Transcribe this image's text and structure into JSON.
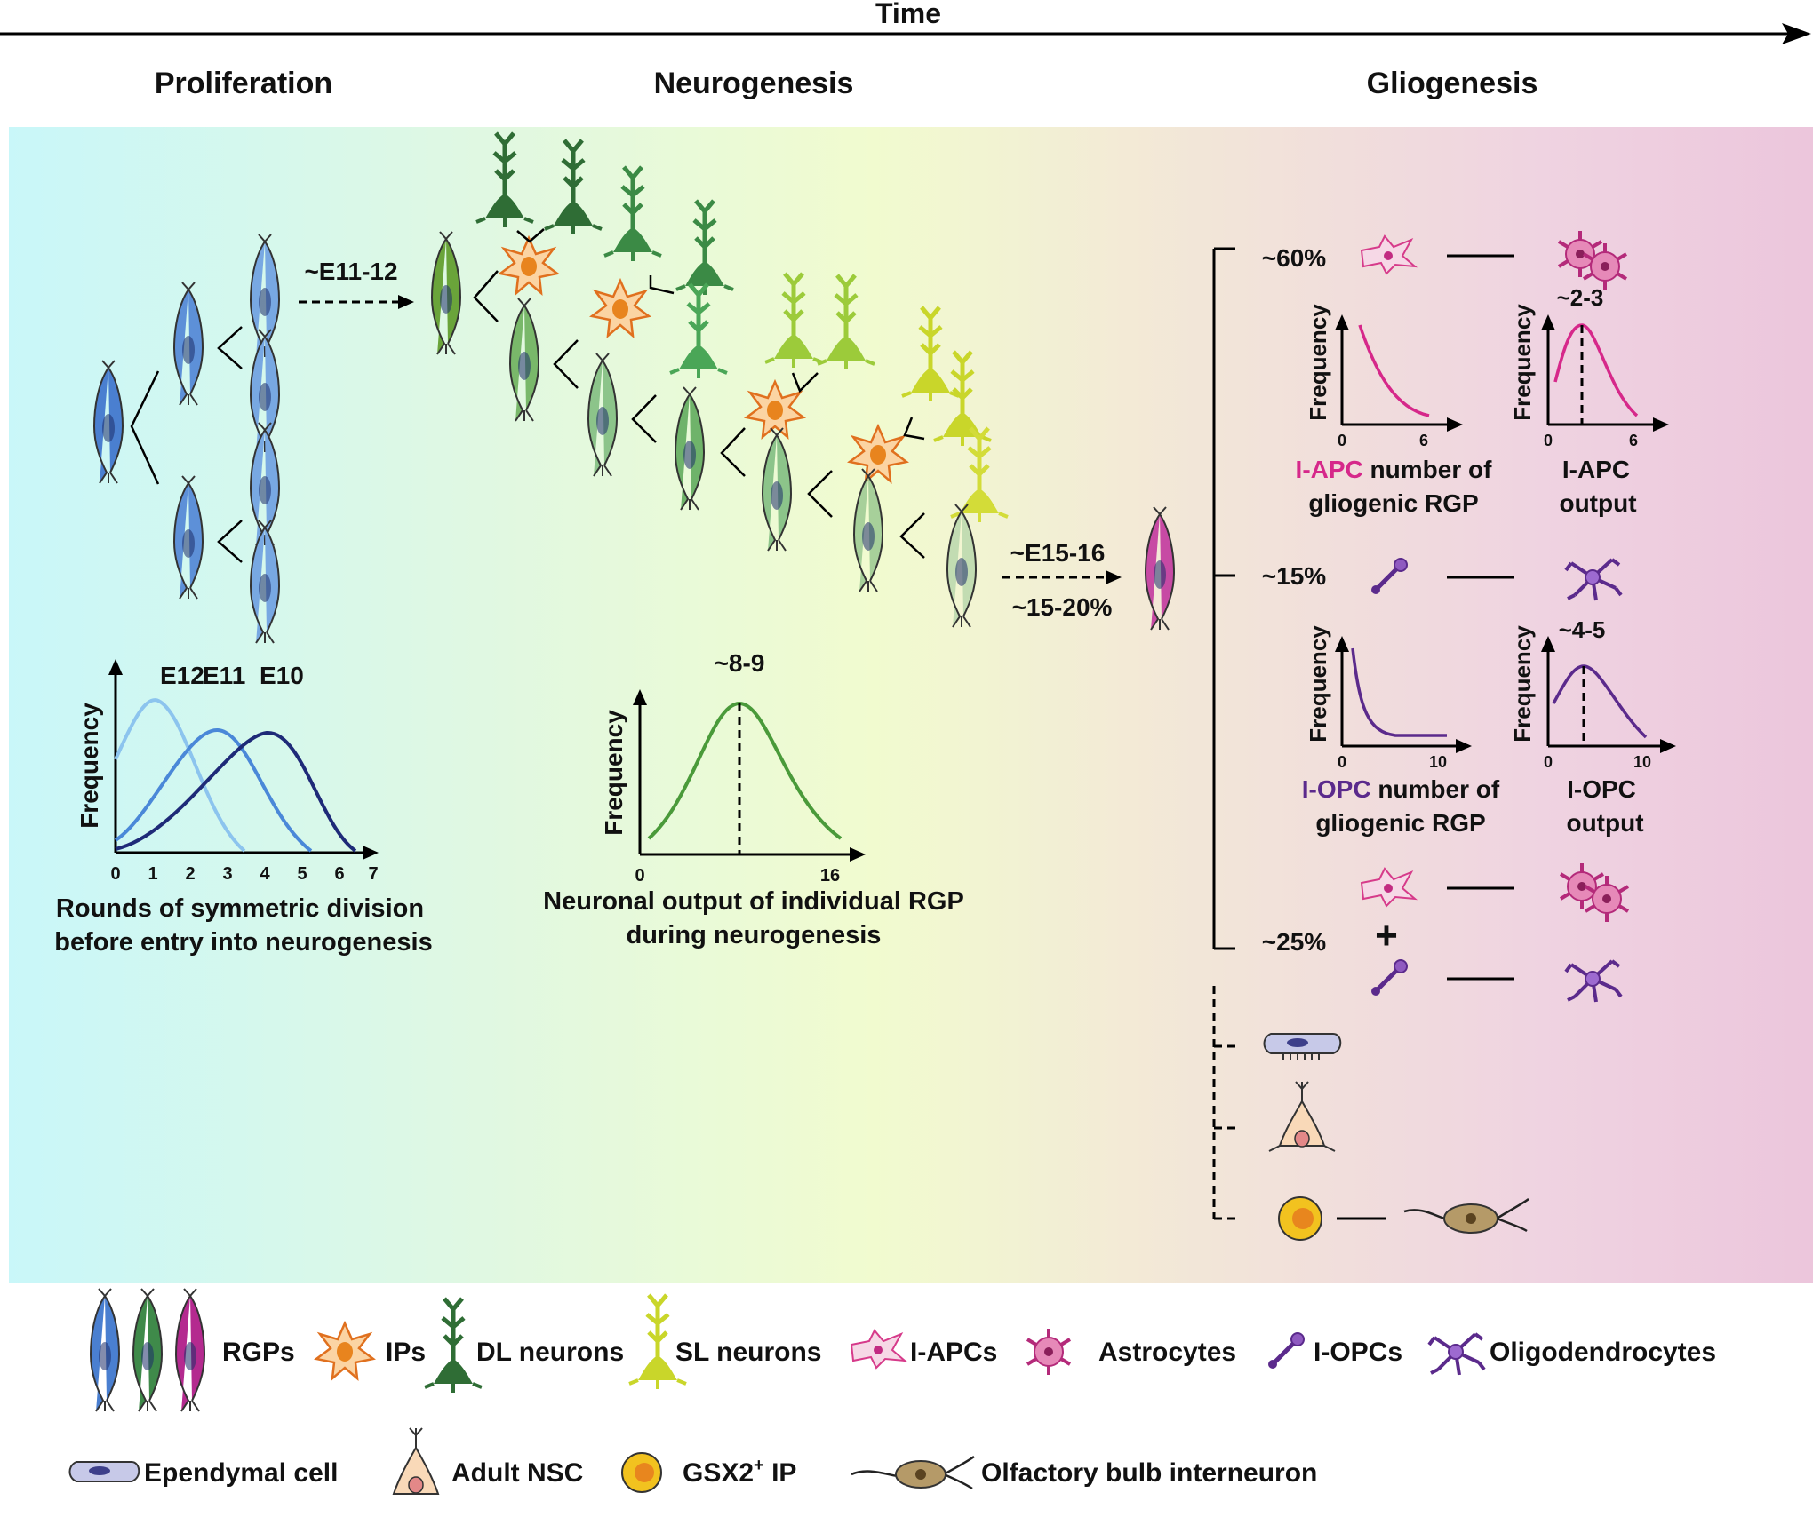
{
  "header": {
    "time_label": "Time",
    "phases": [
      "Proliferation",
      "Neurogenesis",
      "Gliogenesis"
    ]
  },
  "colors": {
    "proliferation": "#2b2a87",
    "neurogenesis": "#2f5e2f",
    "gliogenesis": "#6a1f86",
    "rgp_blue": "#4a7fd0",
    "rgp_green": "#3f8a4a",
    "rgp_magenta": "#b42a8f",
    "ip_orange": "#f08a2a",
    "dl_neuron": "#2f6d35",
    "sl_neuron": "#c9d62a",
    "iapc_pink": "#d63a8a",
    "astro": "#c8408a",
    "opc_purple": "#5b2a8c",
    "gsx2_yellow": "#f2c21f",
    "interneuron_brown": "#8a6a3a"
  },
  "transitions": {
    "first": "~E11-12",
    "second": "~E15-16",
    "second_fraction": "~15-20%"
  },
  "fate_percentages": {
    "a": "~60%",
    "b": "~15%",
    "c": "~25%",
    "plus": "+"
  },
  "chart_prolif": {
    "ylabel": "Frequency",
    "xlabel_line1": "Rounds of symmetric division",
    "xlabel_line2": "before entry into neurogenesis",
    "series_labels": [
      "E12",
      "E11",
      "E10"
    ],
    "ticks": [
      "0",
      "1",
      "2",
      "3",
      "4",
      "5",
      "6",
      "7"
    ]
  },
  "chart_neuro": {
    "ylabel": "Frequency",
    "peak": "~8-9",
    "ticks": [
      "0",
      "16"
    ],
    "xlabel_line1": "Neuronal output of individual RGP",
    "xlabel_line2": "during neurogenesis"
  },
  "chart_iapc_num": {
    "ylabel": "Frequency",
    "ticks": [
      "0",
      "6"
    ],
    "xlabel_colored": "I-APC",
    "xlabel_rest": " number of",
    "xlabel_line2": "gliogenic RGP"
  },
  "chart_iapc_out": {
    "ylabel": "Frequency",
    "peak": "~2-3",
    "ticks": [
      "0",
      "6"
    ],
    "xlabel_colored": "I-APC",
    "xlabel_line2": "output"
  },
  "chart_iopc_num": {
    "ylabel": "Frequency",
    "ticks": [
      "0",
      "10"
    ],
    "xlabel_colored": "I-OPC",
    "xlabel_rest": " number of",
    "xlabel_line2": "gliogenic RGP"
  },
  "chart_iopc_out": {
    "ylabel": "Frequency",
    "peak": "~4-5",
    "ticks": [
      "0",
      "10"
    ],
    "xlabel_colored": "I-OPC",
    "xlabel_line2": "output"
  },
  "legend": {
    "rgps": "RGPs",
    "ips": "IPs",
    "dl": "DL neurons",
    "sl": "SL neurons",
    "iapcs": "I-APCs",
    "astro": "Astrocytes",
    "iopcs": "I-OPCs",
    "oligo": "Oligodendrocytes",
    "ependymal": "Ependymal cell",
    "nsc": "Adult NSC",
    "gsx2_main": "GSX2",
    "gsx2_sup": "+",
    "gsx2_tail": " IP",
    "ob": "Olfactory bulb interneuron"
  }
}
